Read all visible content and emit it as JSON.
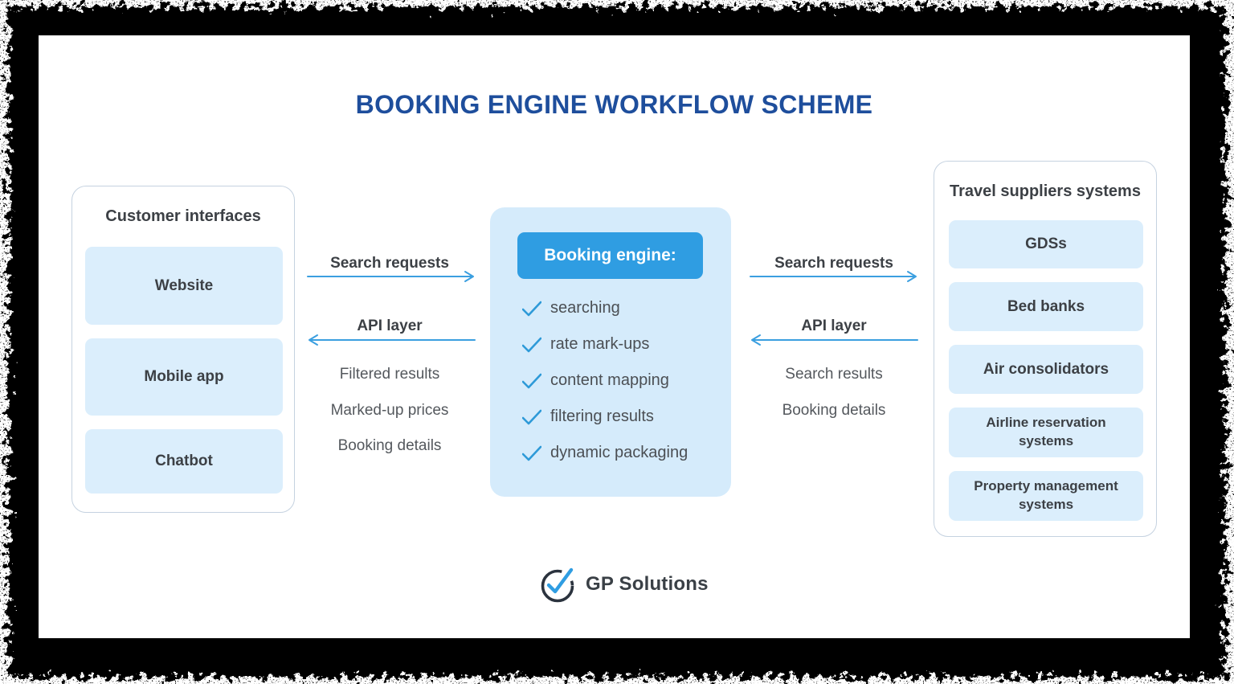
{
  "title": "BOOKING ENGINE WORKFLOW SCHEME",
  "customer_interfaces": {
    "title": "Customer interfaces",
    "items": [
      "Website",
      "Mobile app",
      "Chatbot"
    ]
  },
  "booking_engine": {
    "title": "Booking engine:",
    "features": [
      "searching",
      "rate mark-ups",
      "content mapping",
      "filtering results",
      "dynamic packaging"
    ]
  },
  "travel_suppliers": {
    "title": "Travel suppliers systems",
    "items": [
      "GDSs",
      "Bed banks",
      "Air consolidators",
      "Airline reservation systems",
      "Property management systems"
    ]
  },
  "left_flow": {
    "request_label": "Search requests",
    "api_label": "API layer",
    "outputs": [
      "Filtered results",
      "Marked-up prices",
      "Booking details"
    ]
  },
  "right_flow": {
    "request_label": "Search requests",
    "api_label": "API layer",
    "outputs": [
      "Search results",
      "Booking details"
    ]
  },
  "logo": {
    "text": "GP Solutions"
  },
  "icons": {
    "check": "✓",
    "logo": "circle-check",
    "arrow_right": "→",
    "arrow_left": "←"
  },
  "colors": {
    "title_blue": "#1e4e9c",
    "button_blue": "#2f9de2",
    "arrow_blue": "#3b9fe0",
    "check_blue": "#2e9ad8",
    "pill_fill": "#dbeefc",
    "panel_fill": "#d5ebfb",
    "panel_border": "#c5d2e0",
    "dark_text": "#3c4045",
    "gray_text": "#54585d",
    "logo_dark": "#2b333e"
  }
}
